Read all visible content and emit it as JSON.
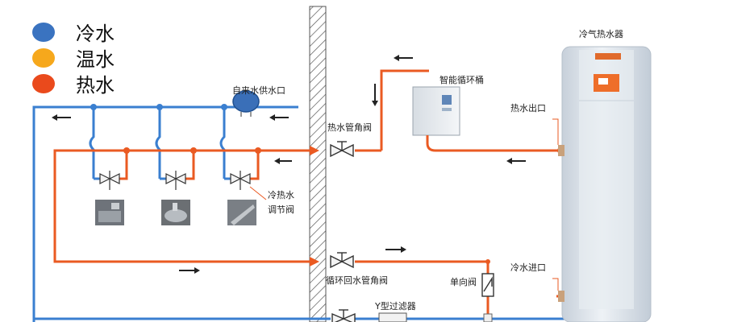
{
  "legend": {
    "items": [
      {
        "label": "冷水",
        "color": "#3a73c0"
      },
      {
        "label": "温水",
        "color": "#f6a81c"
      },
      {
        "label": "热水",
        "color": "#ea4a1c"
      }
    ]
  },
  "labels": {
    "tap_water_inlet": "自来水供水口",
    "smart_circulation_pump": "智能循环桶",
    "hot_water_angle_valve": "热水管角阀",
    "mixing_valve_line1": "冷热水",
    "mixing_valve_line2": "调节阀",
    "circulation_return_valve": "循环回水管角阀",
    "check_valve": "单向阀",
    "y_filter": "Y型过滤器",
    "heater_title": "冷气热水器",
    "hot_water_outlet": "热水出口",
    "cold_water_inlet": "冷水进口"
  },
  "colors": {
    "cold_pipe": "#3a7fd0",
    "hot_pipe": "#ea5a22",
    "wall_hatch": "#555555",
    "heater_body": "#d9e1ea",
    "arrow": "#222222"
  }
}
